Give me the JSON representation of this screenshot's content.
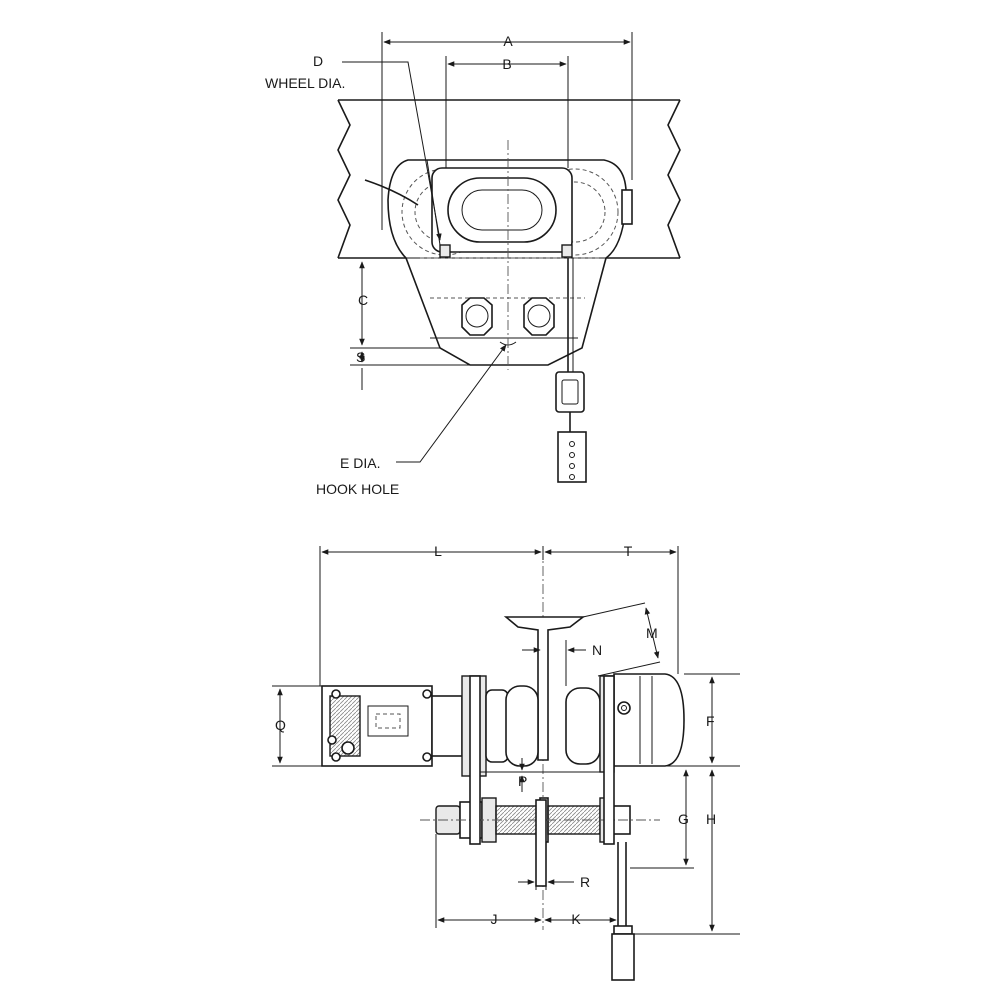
{
  "top_view": {
    "dim_a": "A",
    "dim_b": "B",
    "dim_c": "C",
    "dim_s": "S",
    "wheel_label_1": "D",
    "wheel_label_2": "WHEEL DIA.",
    "hook_label_1": "E DIA.",
    "hook_label_2": "HOOK HOLE"
  },
  "side_view": {
    "dim_l": "L",
    "dim_t": "T",
    "dim_m": "M",
    "dim_n": "N",
    "dim_q": "Q",
    "dim_f": "F",
    "dim_p": "P",
    "dim_g": "G",
    "dim_h": "H",
    "dim_r": "R",
    "dim_j": "J",
    "dim_k": "K"
  }
}
